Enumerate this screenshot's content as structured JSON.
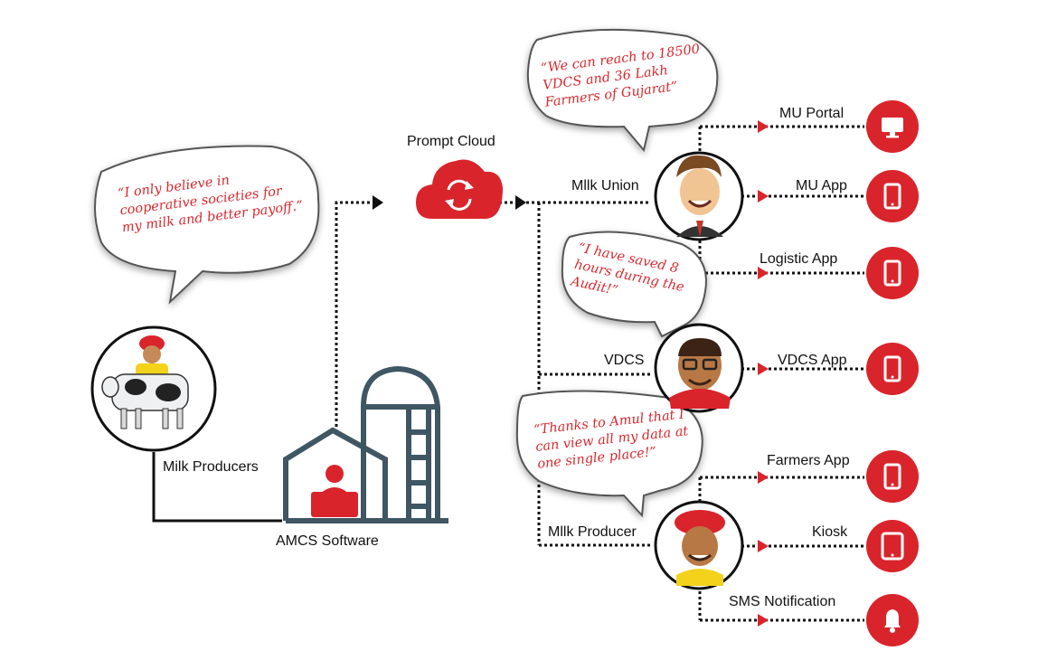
{
  "labels": {
    "milk_producers": "Milk Producers",
    "amcs_software": "AMCS Software",
    "prompt_cloud": "Prompt Cloud",
    "milk_union": "Mllk Union",
    "vdcs": "VDCS",
    "milk_producer": "Mllk Producer"
  },
  "bubbles": {
    "farmer": "“I only believe in cooperative societies for my milk and better payoff.”",
    "milk_union": "“We can reach to 18500 VDCS and 36 Lakh Farmers of Gujarat”",
    "vdcs": "“I have saved 8 hours during the Audit!”",
    "producer": "“Thanks to Amul that I can view all my data at one single place!”"
  },
  "outputs": [
    {
      "label": "MU Portal",
      "icon": "desktop-icon"
    },
    {
      "label": "MU App",
      "icon": "mobile-icon"
    },
    {
      "label": "Logistic App",
      "icon": "mobile-icon"
    },
    {
      "label": "VDCS App",
      "icon": "mobile-icon"
    },
    {
      "label": "Farmers App",
      "icon": "mobile-icon"
    },
    {
      "label": "Kiosk",
      "icon": "tablet-icon"
    },
    {
      "label": "SMS Notification",
      "icon": "bell-icon"
    }
  ],
  "colors": {
    "accent": "#d9242b",
    "bubble_text": "#d8282f",
    "line": "#111111",
    "building": "#3f5663"
  }
}
